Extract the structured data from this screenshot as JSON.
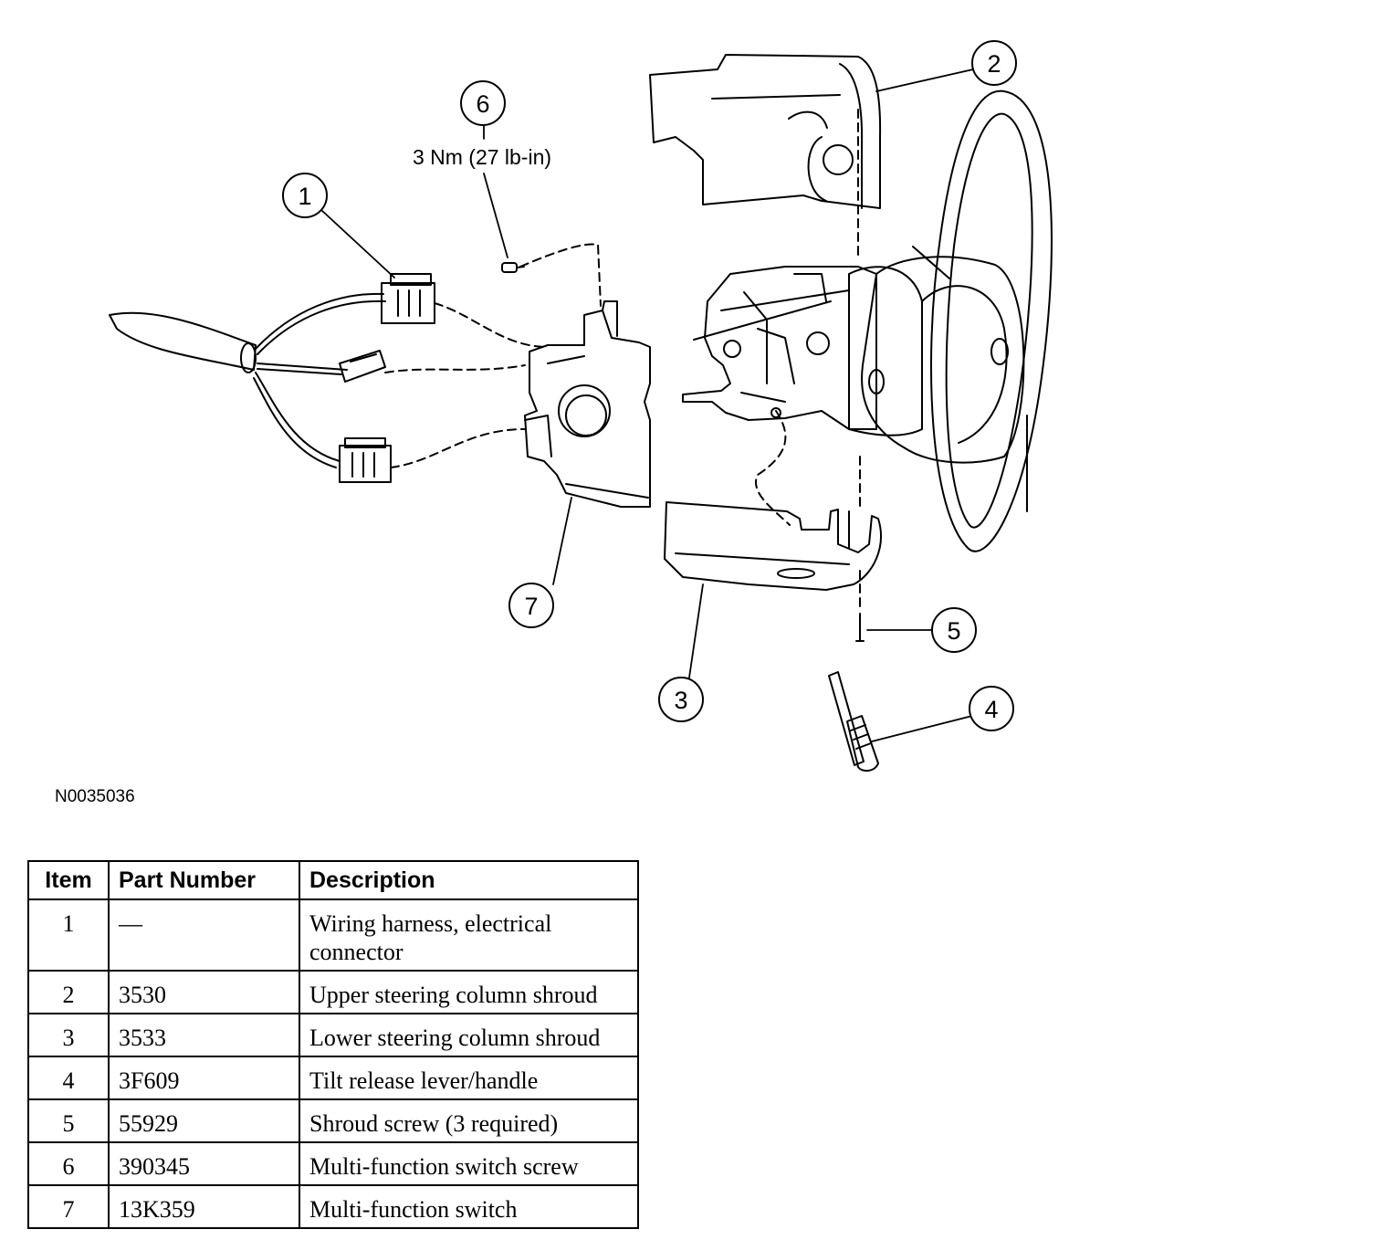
{
  "diagram": {
    "callouts": [
      "1",
      "2",
      "3",
      "4",
      "5",
      "6",
      "7"
    ],
    "torque_spec": "3 Nm (27 lb-in)",
    "figure_id": "N0035036"
  },
  "table": {
    "headers": {
      "item": "Item",
      "part_number": "Part Number",
      "description": "Description"
    },
    "rows": [
      {
        "item": "1",
        "part_number": "—",
        "description": "Wiring harness, electrical connector"
      },
      {
        "item": "2",
        "part_number": "3530",
        "description": "Upper steering column shroud"
      },
      {
        "item": "3",
        "part_number": "3533",
        "description": "Lower steering column shroud"
      },
      {
        "item": "4",
        "part_number": "3F609",
        "description": "Tilt release lever/handle"
      },
      {
        "item": "5",
        "part_number": "55929",
        "description": "Shroud screw (3 required)"
      },
      {
        "item": "6",
        "part_number": "390345",
        "description": "Multi-function switch screw"
      },
      {
        "item": "7",
        "part_number": "13K359",
        "description": "Multi-function switch"
      }
    ]
  }
}
